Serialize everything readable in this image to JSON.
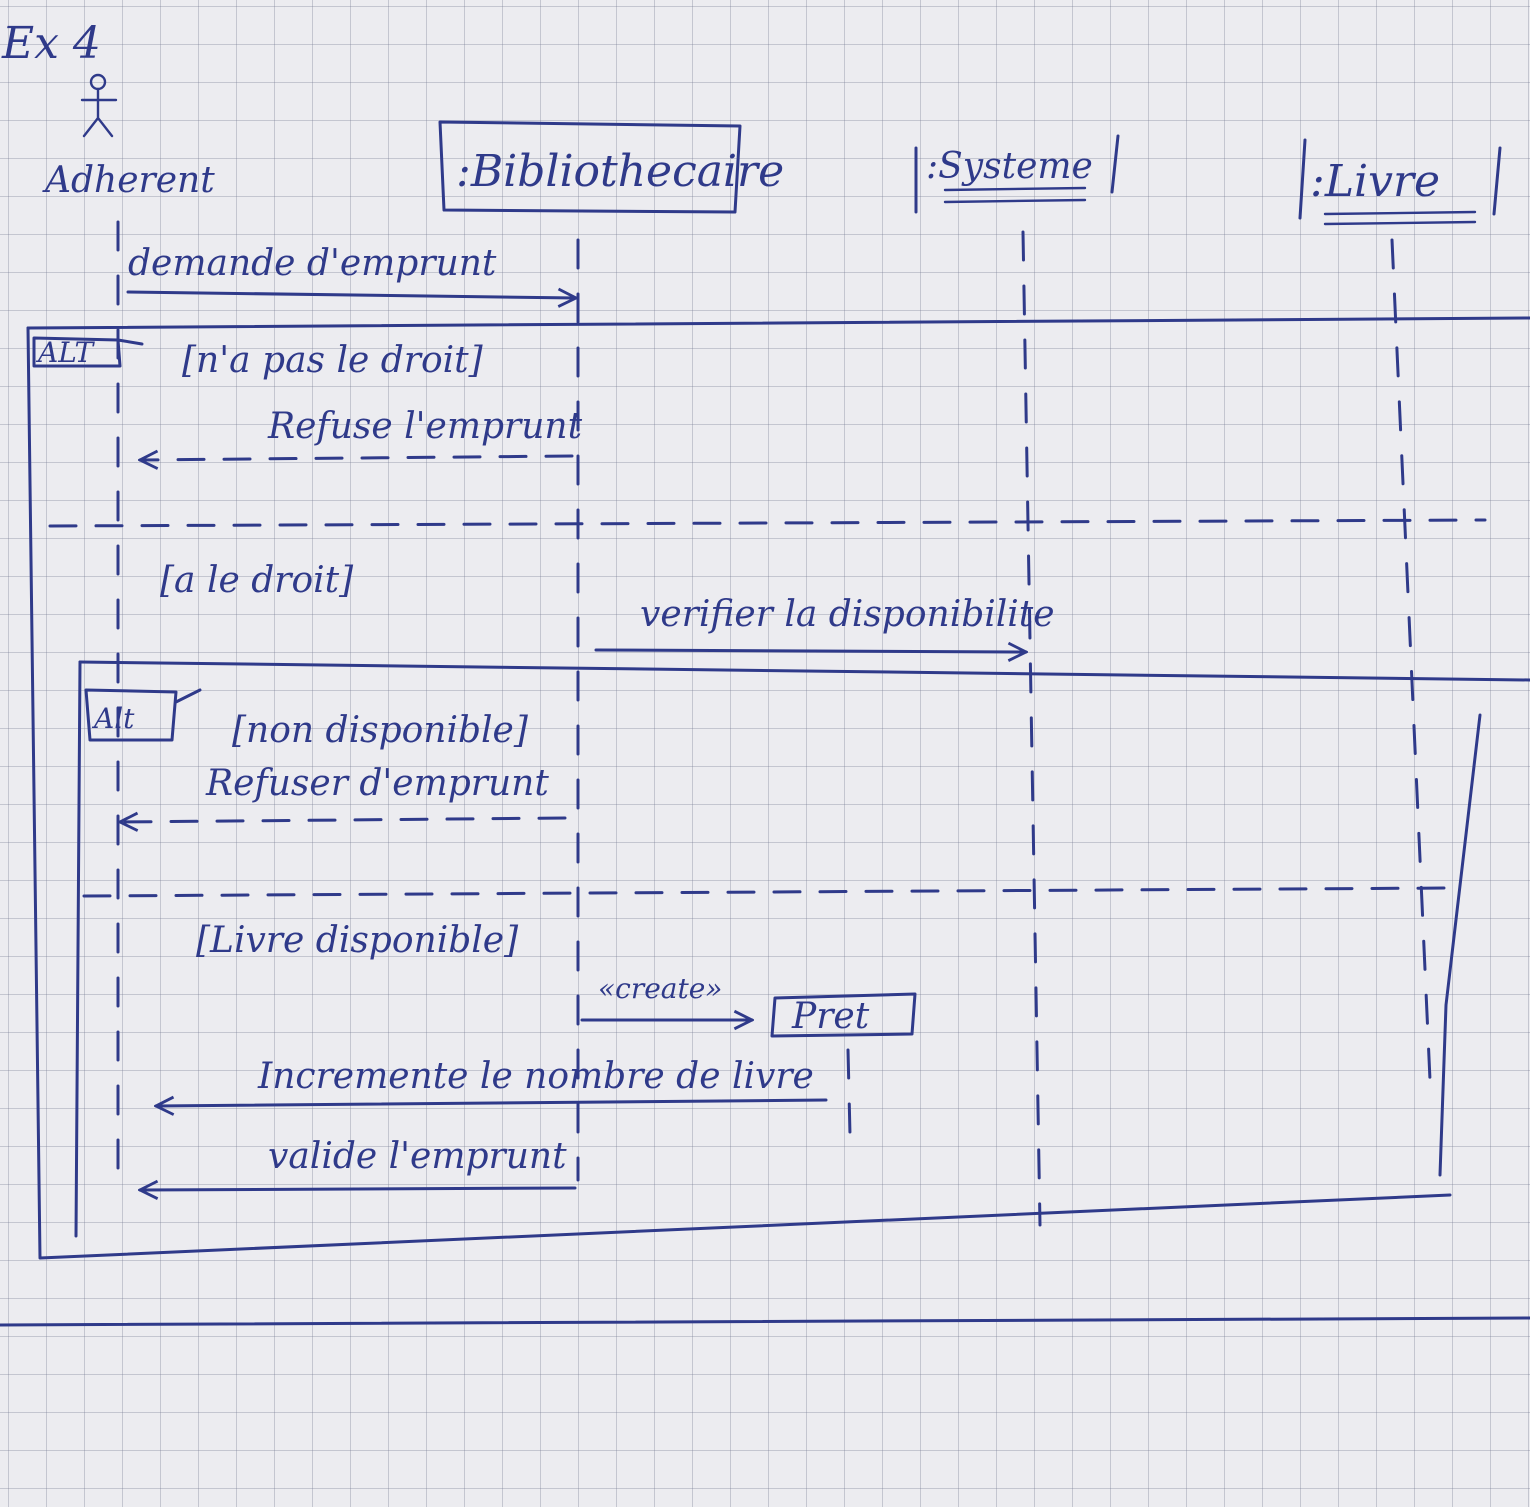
{
  "header": {
    "exercise_label": "Ex 4"
  },
  "actor": {
    "name": "Adherent"
  },
  "lifelines": [
    {
      "label": ":Bibliothecaire"
    },
    {
      "label": ":Systeme"
    },
    {
      "label": ":Livre"
    }
  ],
  "messages": {
    "request": "demande d'emprunt",
    "refuse_1": "Refuse l'emprunt",
    "check": "verifier la disponibilite",
    "refuse_2": "Refuser d'emprunt",
    "create": "«create»",
    "incr": "Incremente le nombre de livre",
    "validate": "valide l'emprunt"
  },
  "fragments": {
    "outer_op": "ALT",
    "outer_guard_1": "[n'a pas le droit]",
    "outer_guard_2": "[a le droit]",
    "inner_op": "Alt",
    "inner_guard_1": "[non disponible]",
    "inner_guard_2": "[Livre disponible]"
  },
  "created_object": {
    "label": "Pret"
  }
}
